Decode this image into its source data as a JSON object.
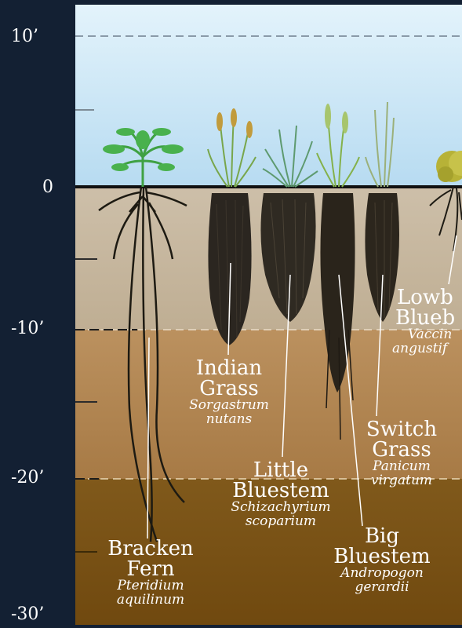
{
  "depth_axis": [
    "10’",
    "0",
    "-10’",
    "-20’",
    "-30’"
  ],
  "plants": [
    {
      "id": "bracken",
      "common_1": "Bracken",
      "common_2": "Fern",
      "sci_1": "Pteridium",
      "sci_2": "aquilinum"
    },
    {
      "id": "indian",
      "common_1": "Indian",
      "common_2": "Grass",
      "sci_1": "Sorgastrum",
      "sci_2": "nutans"
    },
    {
      "id": "little",
      "common_1": "Little",
      "common_2": "Bluestem",
      "sci_1": "Schizachyrium",
      "sci_2": "scoparium"
    },
    {
      "id": "big",
      "common_1": "Big",
      "common_2": "Bluestem",
      "sci_1": "Andropogon",
      "sci_2": "gerardii"
    },
    {
      "id": "switch",
      "common_1": "Switch",
      "common_2": "Grass",
      "sci_1": "Panicum",
      "sci_2": "virgatum"
    },
    {
      "id": "lowbush",
      "common_1": "Lowb",
      "common_2": "Blueb",
      "sci_1": "Vaccin",
      "sci_2": "angustif"
    }
  ],
  "colors": {
    "frame": "#132033",
    "sky_top": "#cfe9f7",
    "sky_bottom": "#b9dcf2",
    "soil_top": "#c9b9a1",
    "soil_middle": "#b68d5e",
    "soil_bottom": "#7b5417",
    "roots": "#2a2418",
    "label": "#ffffff"
  }
}
